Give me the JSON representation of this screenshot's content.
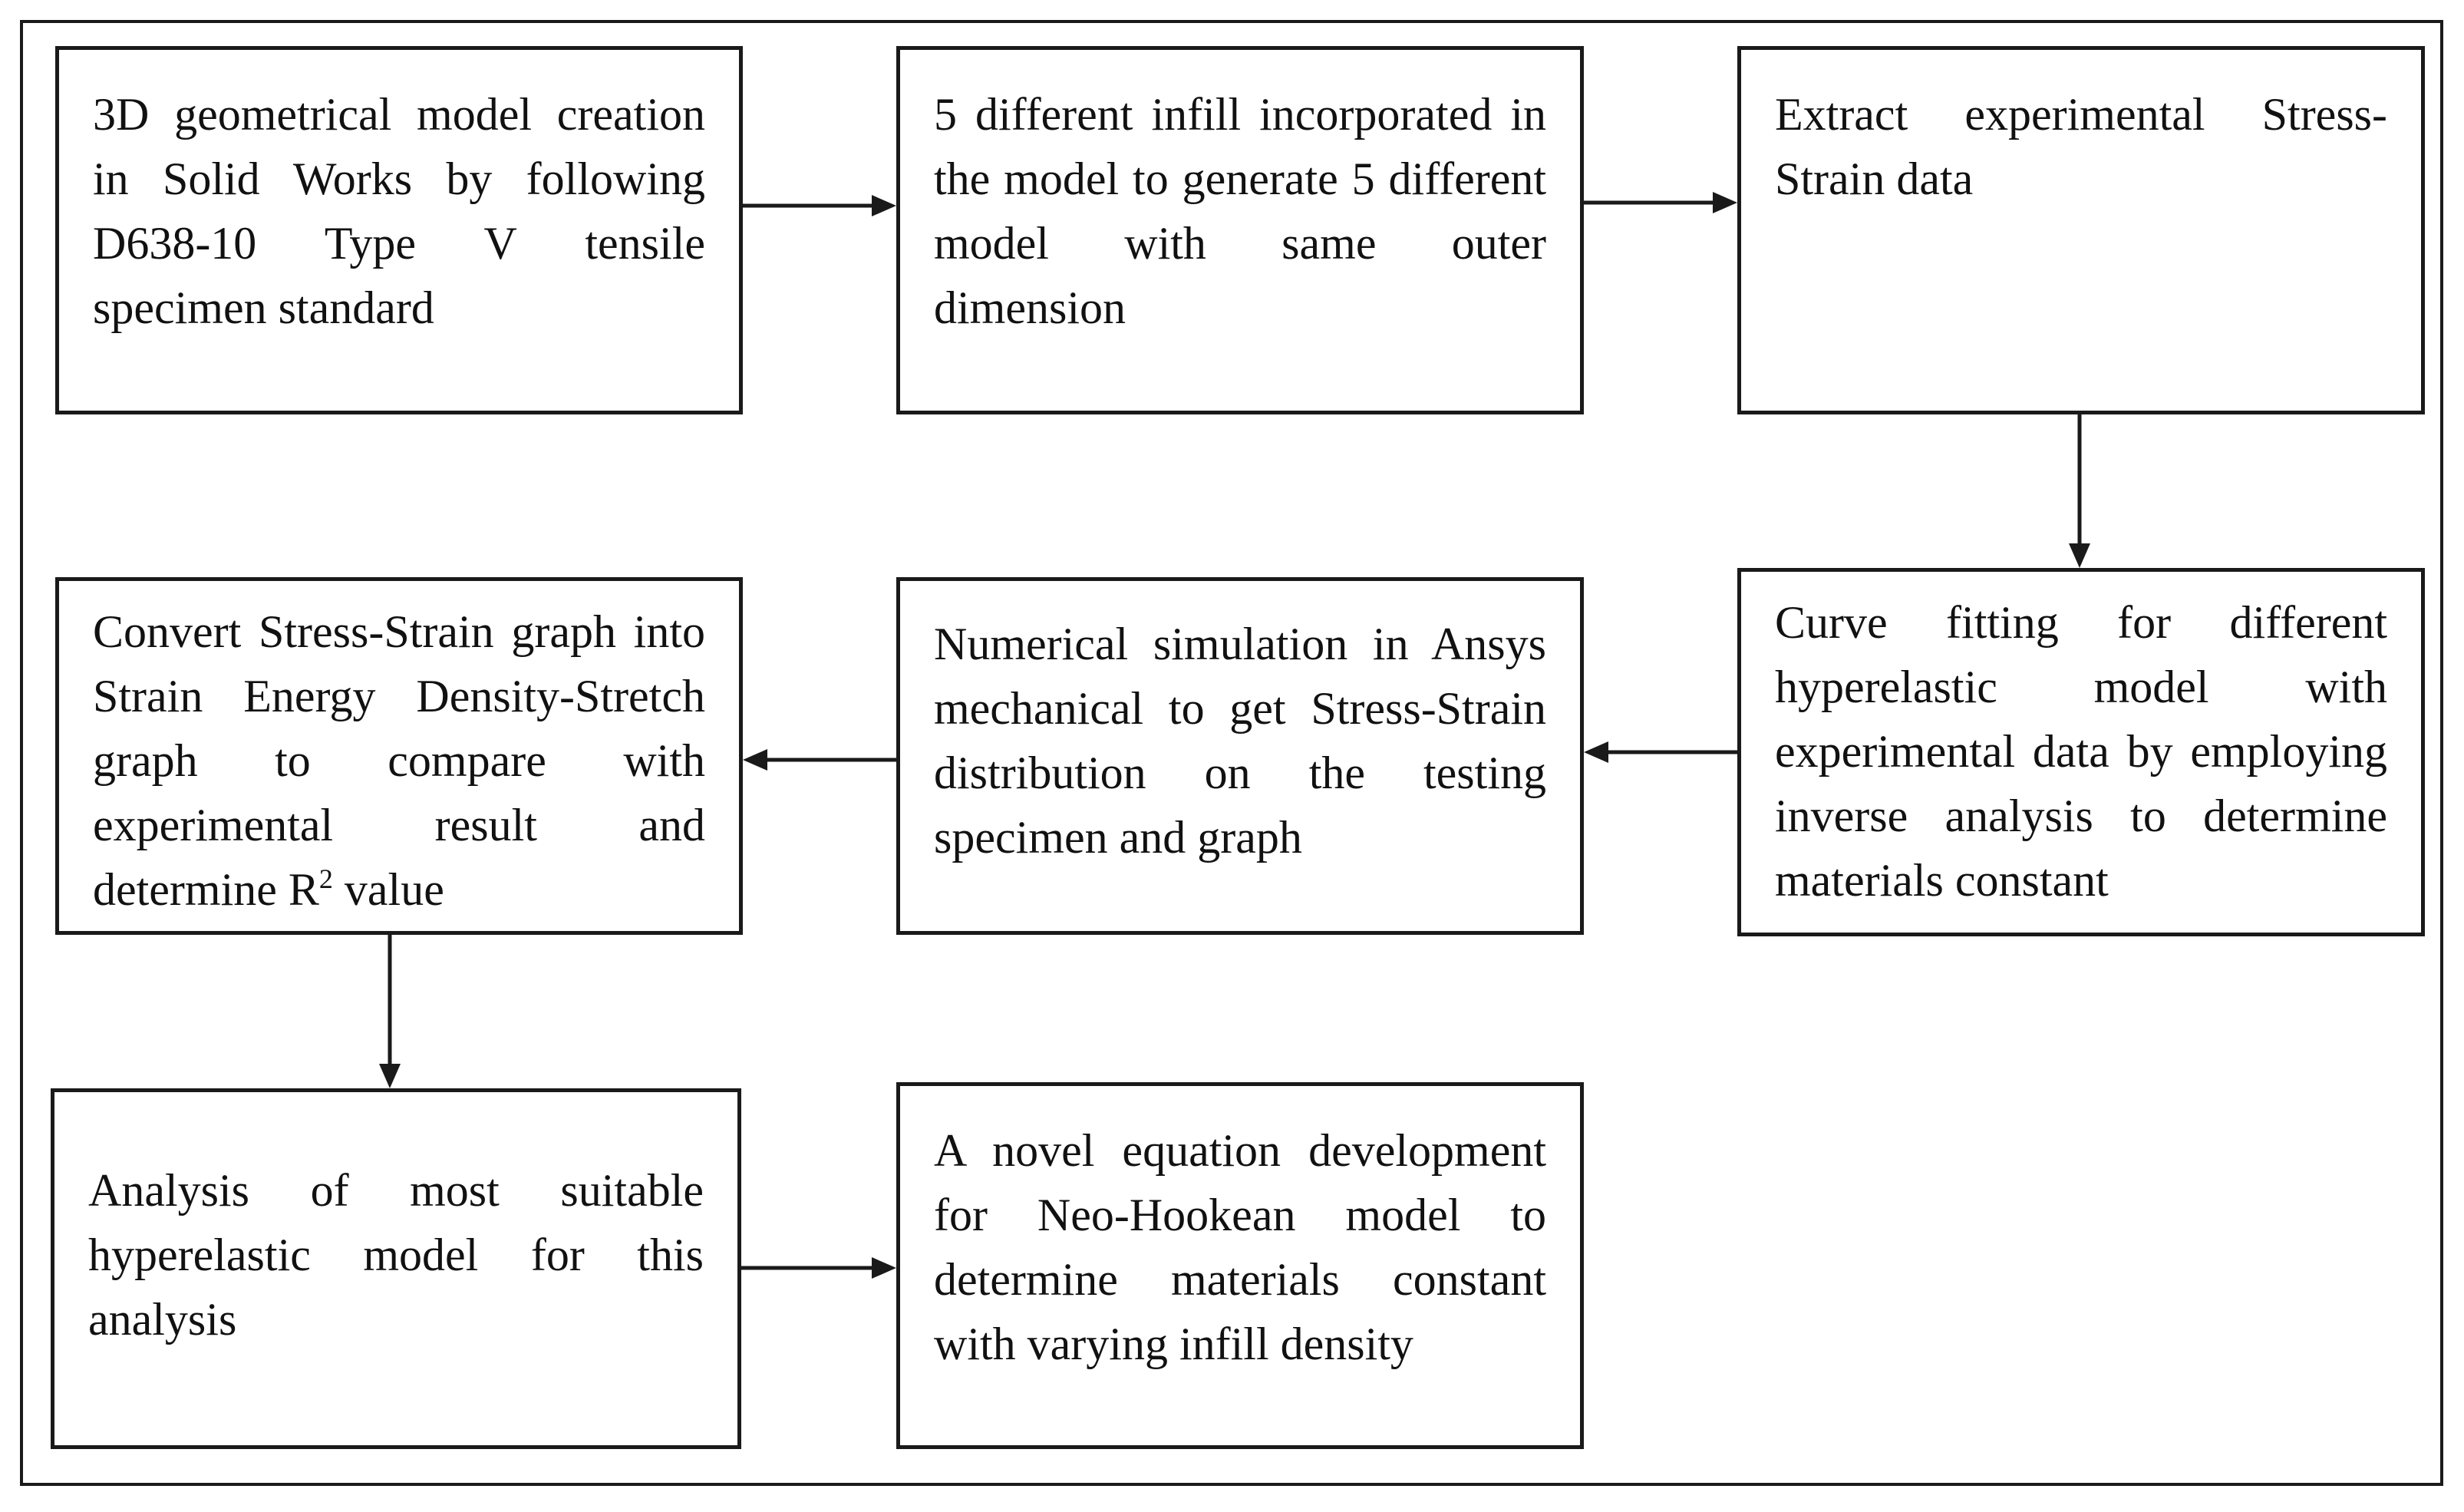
{
  "boxes": {
    "b1": "3D geometrical model creation in Solid Works by following D638-10 Type V tensile specimen standard",
    "b2": "5 different infill incorporated in the model to generate 5 different model with same outer dimension",
    "b3": "Extract experimental Stress-Strain data",
    "b4": "Curve fitting for different hyperelastic model with experimental data by employing inverse analysis to determine materials constant",
    "b5": "Numerical simulation in Ansys mechanical to get Stress-Strain distribution on the testing specimen and graph",
    "b6_main": "Convert Stress-Strain graph into Strain Energy Density-Stretch graph to compare with experimental result and determine R",
    "b6_sup": "2",
    "b6_tail": " value",
    "b7": "Analysis of most suitable hyperelastic model for this analysis",
    "b8": "A novel equation development for Neo-Hookean model to determine materials constant with varying infill density"
  },
  "colors": {
    "stroke": "#1a1a1a",
    "text": "#111111",
    "background": "#ffffff"
  }
}
